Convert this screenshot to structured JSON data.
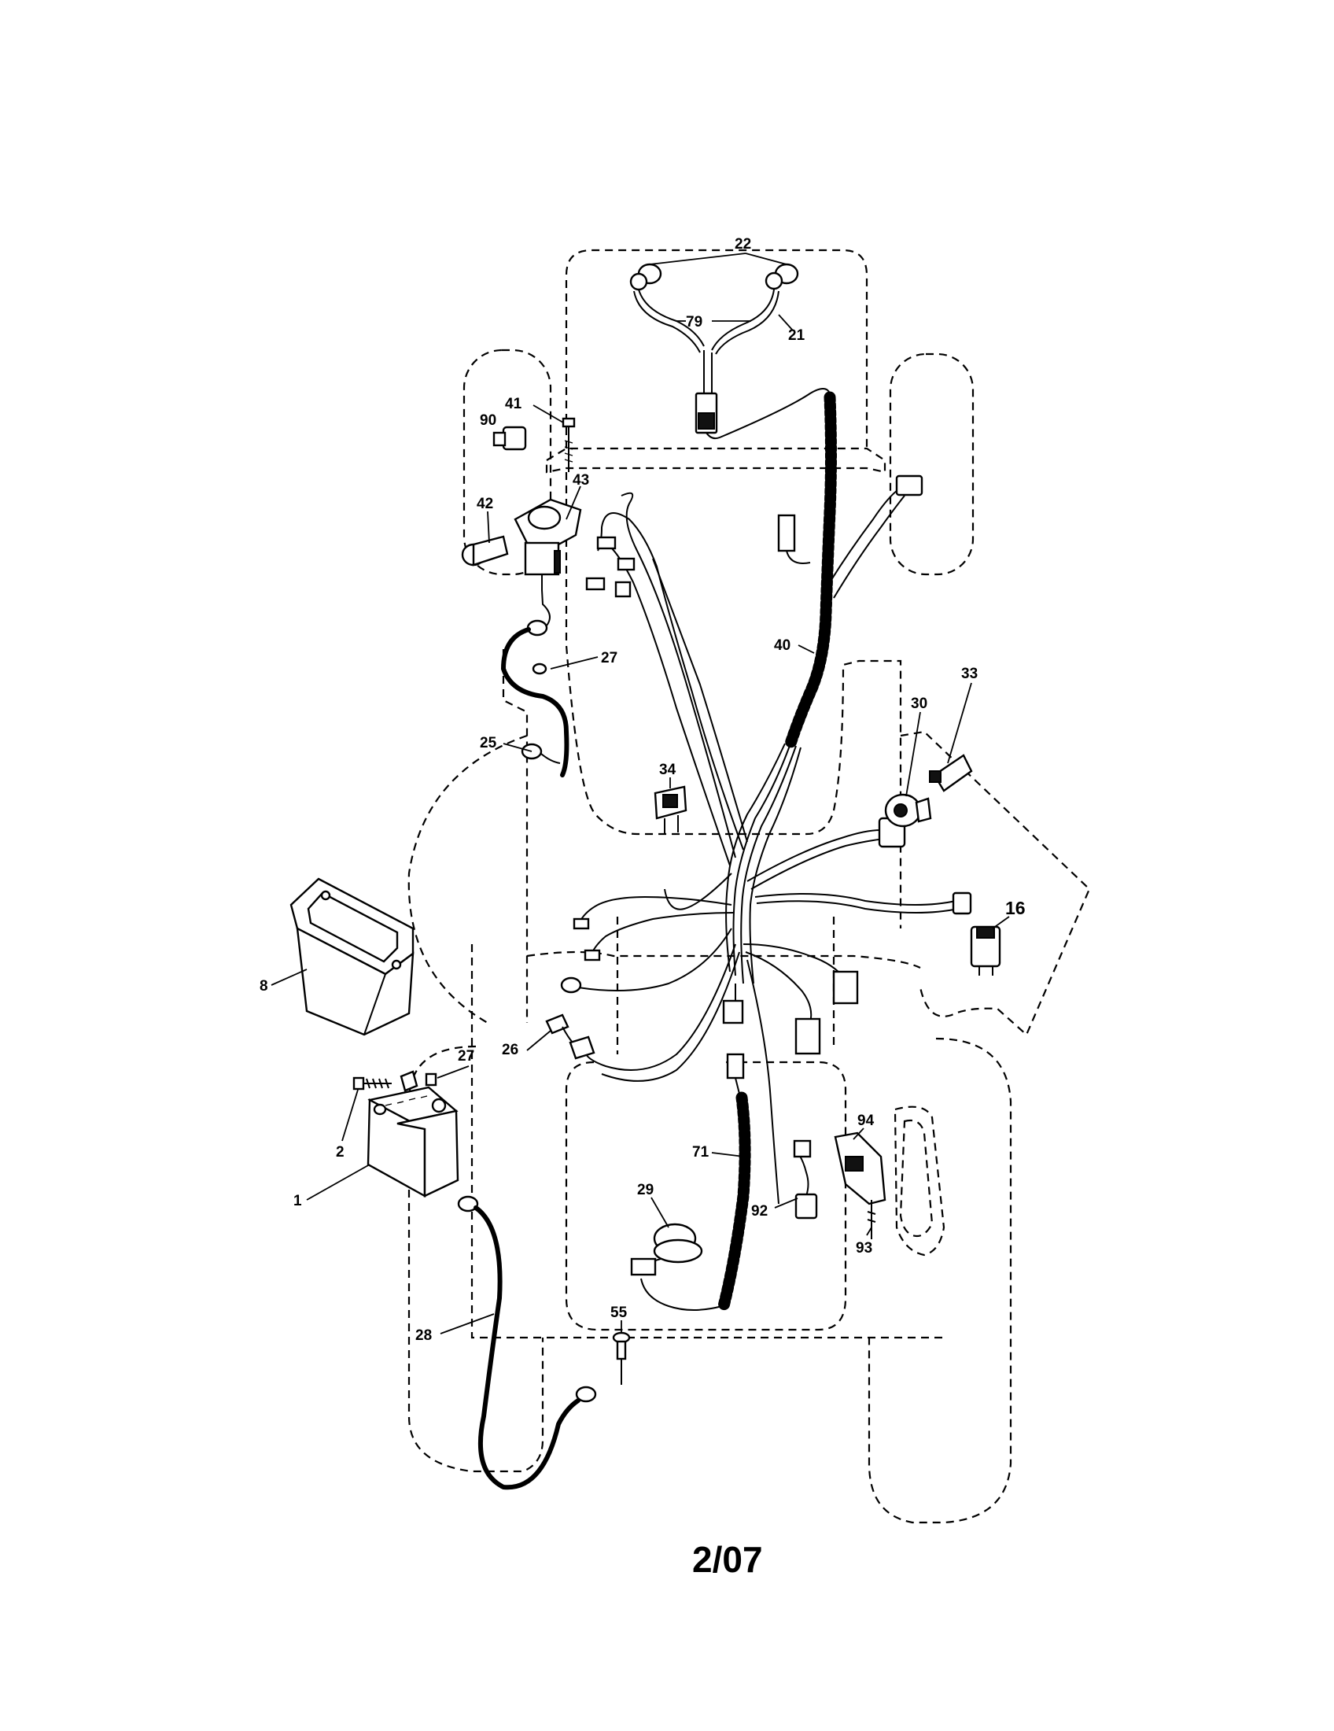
{
  "diagram": {
    "page_code": "2/07",
    "callouts": [
      {
        "id": "c22",
        "label": "22"
      },
      {
        "id": "c79",
        "label": "79"
      },
      {
        "id": "c21",
        "label": "21"
      },
      {
        "id": "c41",
        "label": "41"
      },
      {
        "id": "c90",
        "label": "90"
      },
      {
        "id": "c43",
        "label": "43"
      },
      {
        "id": "c42",
        "label": "42"
      },
      {
        "id": "c40",
        "label": "40"
      },
      {
        "id": "c27a",
        "label": "27"
      },
      {
        "id": "c25",
        "label": "25"
      },
      {
        "id": "c34",
        "label": "34"
      },
      {
        "id": "c30",
        "label": "30"
      },
      {
        "id": "c33",
        "label": "33"
      },
      {
        "id": "c16",
        "label": "16"
      },
      {
        "id": "c8",
        "label": "8"
      },
      {
        "id": "c26",
        "label": "26"
      },
      {
        "id": "c27b",
        "label": "27"
      },
      {
        "id": "c2",
        "label": "2"
      },
      {
        "id": "c1",
        "label": "1"
      },
      {
        "id": "c94",
        "label": "94"
      },
      {
        "id": "c71",
        "label": "71"
      },
      {
        "id": "c29",
        "label": "29"
      },
      {
        "id": "c92",
        "label": "92"
      },
      {
        "id": "c93",
        "label": "93"
      },
      {
        "id": "c28",
        "label": "28"
      },
      {
        "id": "c55",
        "label": "55"
      }
    ]
  }
}
